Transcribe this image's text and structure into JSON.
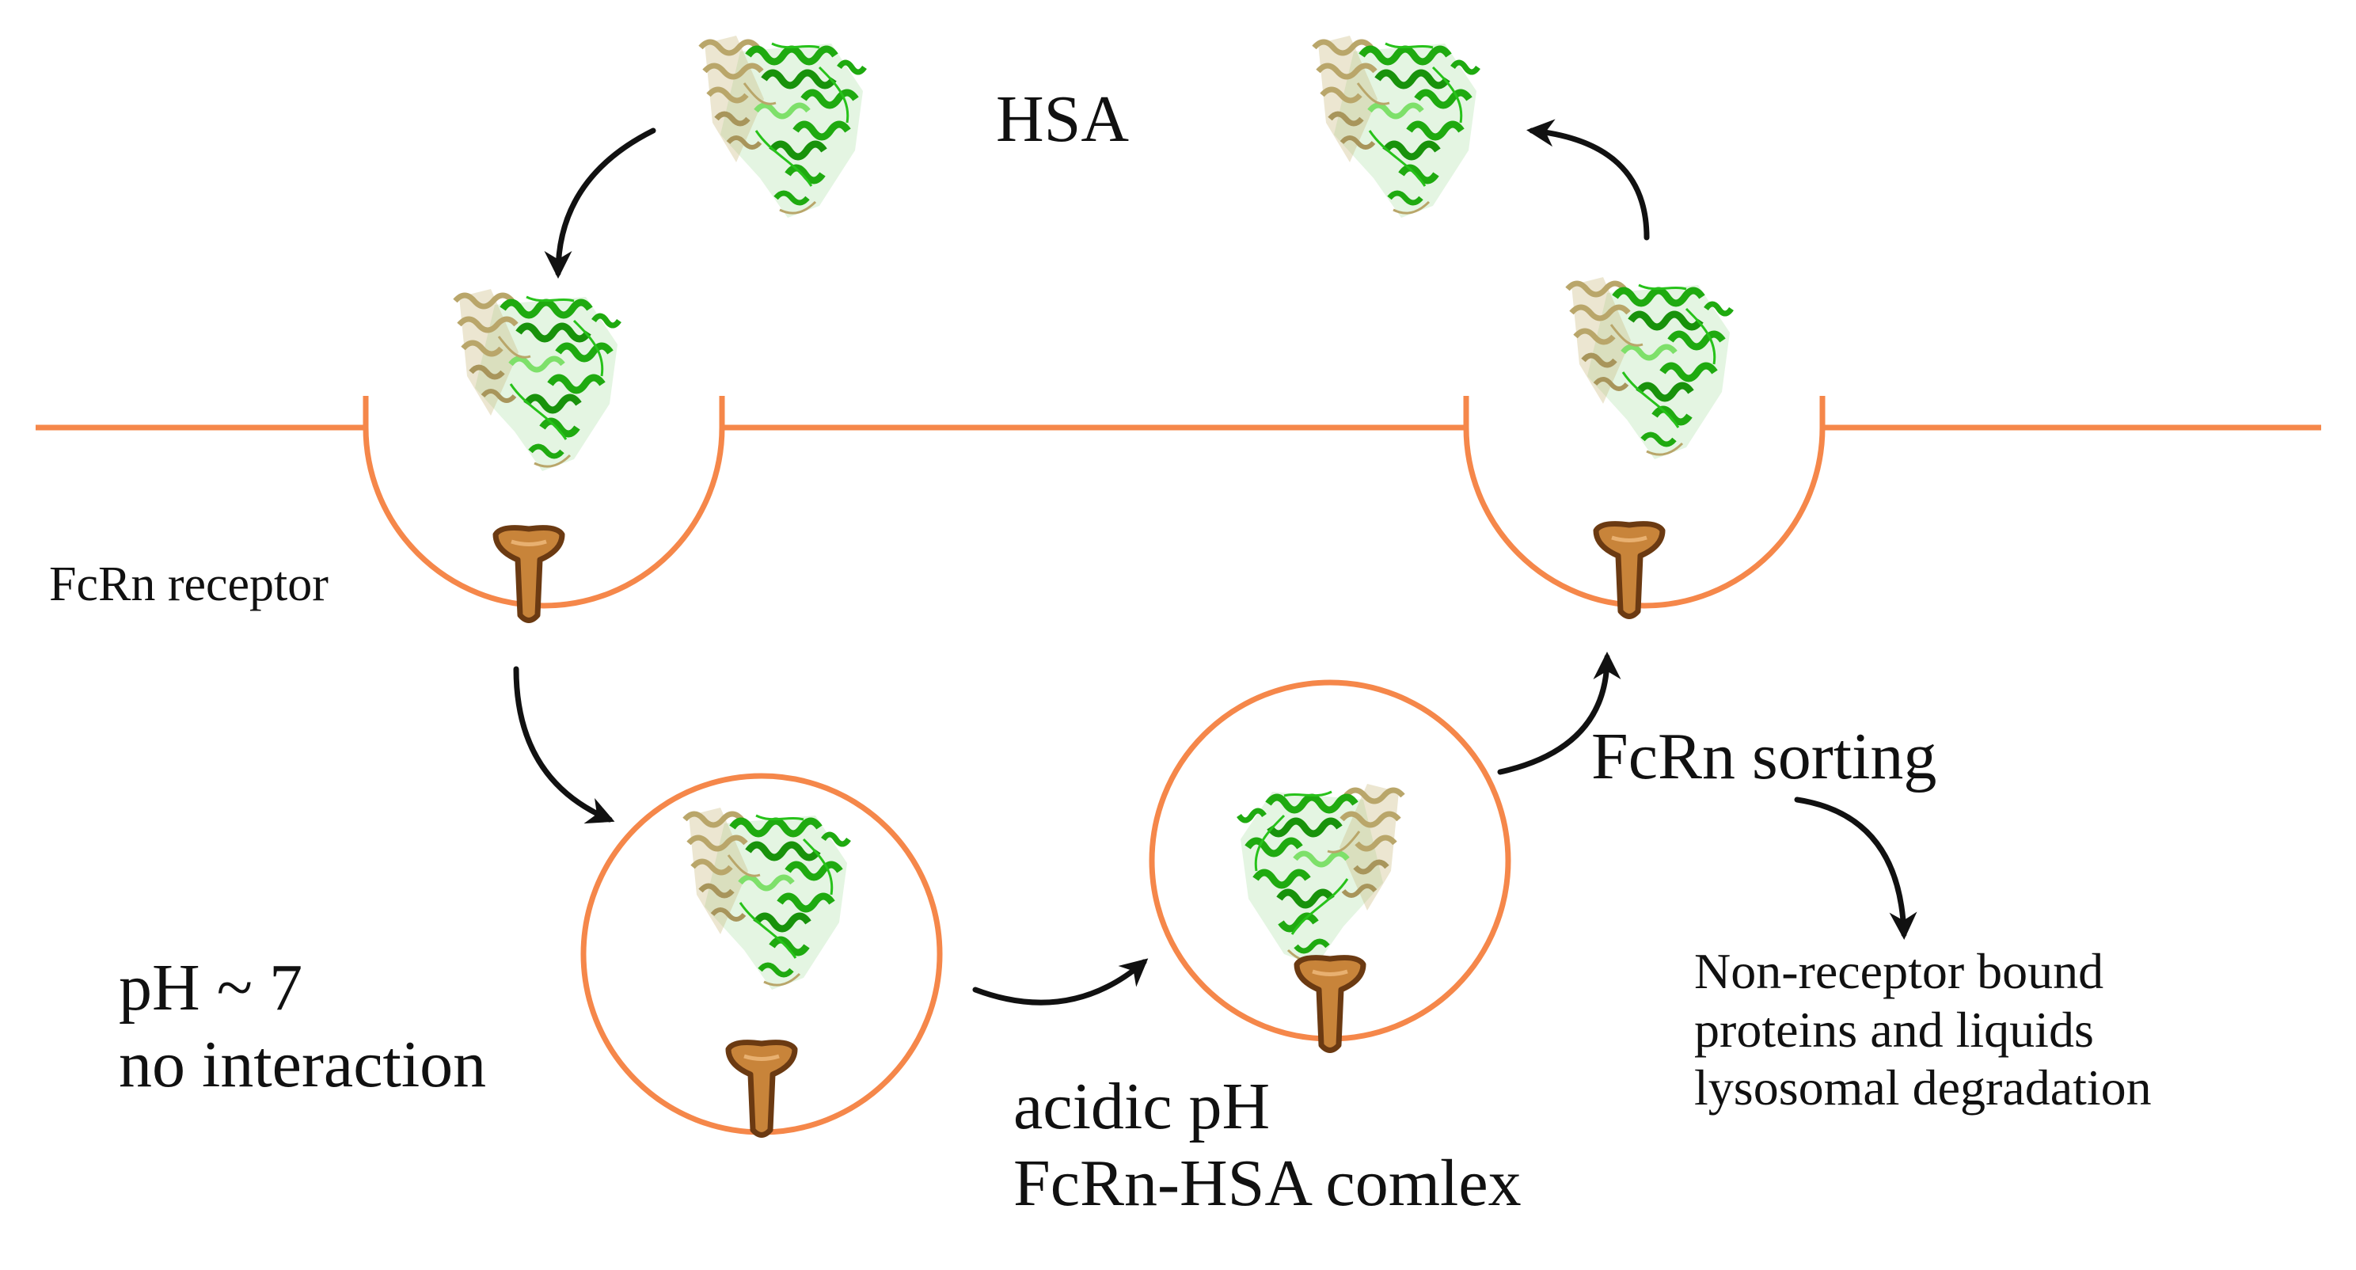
{
  "colors": {
    "membrane": "#f5874a",
    "receptor_fill": "#c8843a",
    "receptor_outline": "#6b3a12",
    "protein_green": "#1faa10",
    "protein_light": "#7ee06a",
    "protein_tan": "#c9b77a",
    "arrow": "#111111"
  },
  "labels": {
    "hsa": "HSA",
    "fcrn_receptor": "FcRn receptor",
    "ph7_line1": "pH ~ 7",
    "ph7_line2": "no interaction",
    "acidic_line1": "acidic pH",
    "acidic_line2": "FcRn-HSA comlex",
    "fcrn_sorting": "FcRn sorting",
    "degradation_line1": "Non-receptor bound",
    "degradation_line2": "proteins and liquids",
    "degradation_line3": "lysosomal degradation"
  },
  "icons": {
    "protein": "hsa-protein-icon",
    "receptor": "fcrn-receptor-icon"
  }
}
